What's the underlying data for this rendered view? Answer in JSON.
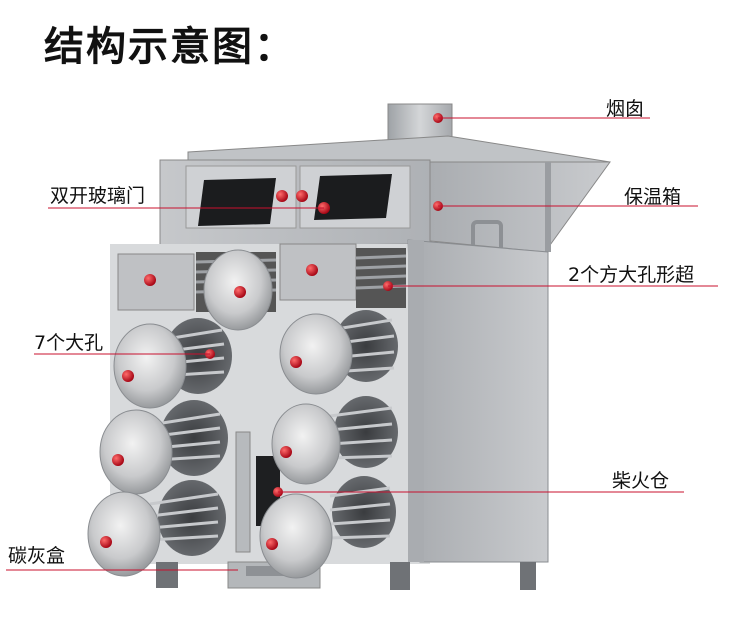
{
  "title": "结构示意图：",
  "labels": {
    "chimney": "烟囱",
    "glass_doors": "双开玻璃门",
    "warming_box": "保温箱",
    "square_holes": "2个方大孔形超",
    "round_holes": "7个大孔",
    "firewood_bin": "柴火仓",
    "ash_box": "碳灰盒"
  },
  "colors": {
    "pointer_line": "#c8102e",
    "knob": "#d0021b",
    "steel": "#b9bcc0"
  }
}
